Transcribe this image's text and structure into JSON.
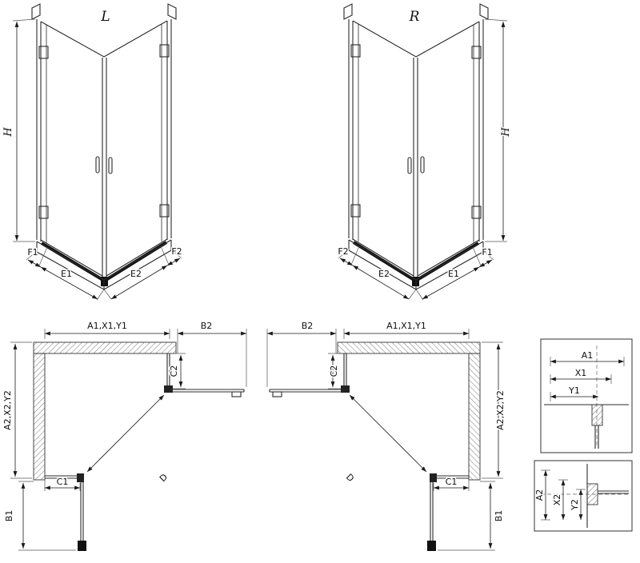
{
  "views": {
    "iso_left": {
      "title": "L",
      "h": "H",
      "f1": "F1",
      "e1": "E1",
      "e2": "E2",
      "f2": "F2"
    },
    "iso_right": {
      "title": "R",
      "h": "H",
      "f1": "F1",
      "e1": "E1",
      "e2": "E2",
      "f2": "F2"
    },
    "plan_left": {
      "a1": "A1,X1,Y1",
      "b2": "B2",
      "c2": "C2",
      "a2": "A2,X2,Y2",
      "c1": "C1",
      "d": "D",
      "b1": "B1"
    },
    "plan_right": {
      "a1": "A1,X1,Y1",
      "b2": "B2",
      "c2": "C2",
      "a2": "A2,X2,Y2",
      "c1": "C1",
      "d": "D",
      "b1": "B1"
    },
    "detail_top": {
      "a1": "A1",
      "x1": "X1",
      "y1": "Y1"
    },
    "detail_bottom": {
      "a2": "A2",
      "x2": "X2",
      "y2": "Y2"
    }
  }
}
